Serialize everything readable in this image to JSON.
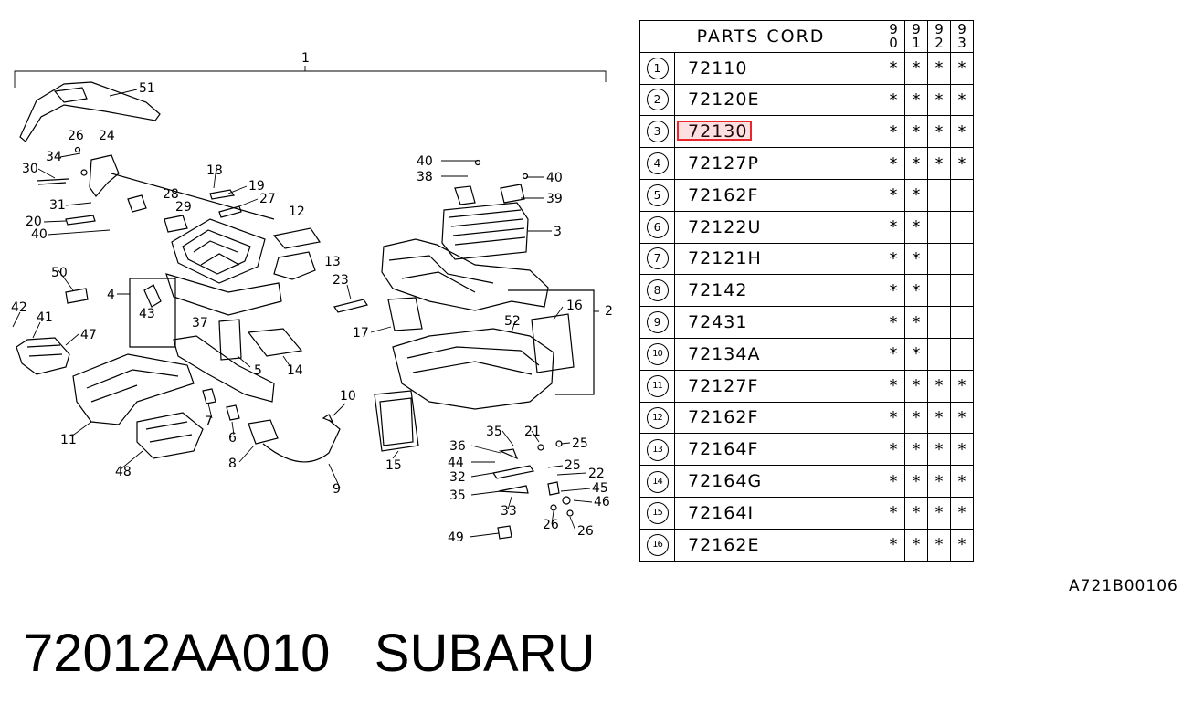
{
  "diagram": {
    "callouts": [
      {
        "id": "c-1",
        "label": "1"
      },
      {
        "id": "c-51",
        "label": "51"
      },
      {
        "id": "c-26a",
        "label": "26"
      },
      {
        "id": "c-24",
        "label": "24"
      },
      {
        "id": "c-34",
        "label": "34"
      },
      {
        "id": "c-30",
        "label": "30"
      },
      {
        "id": "c-18",
        "label": "18"
      },
      {
        "id": "c-19",
        "label": "19"
      },
      {
        "id": "c-28",
        "label": "28"
      },
      {
        "id": "c-27",
        "label": "27"
      },
      {
        "id": "c-31",
        "label": "31"
      },
      {
        "id": "c-29",
        "label": "29"
      },
      {
        "id": "c-20",
        "label": "20"
      },
      {
        "id": "c-40a",
        "label": "40"
      },
      {
        "id": "c-12",
        "label": "12"
      },
      {
        "id": "c-13",
        "label": "13"
      },
      {
        "id": "c-50",
        "label": "50"
      },
      {
        "id": "c-4",
        "label": "4"
      },
      {
        "id": "c-43",
        "label": "43"
      },
      {
        "id": "c-37",
        "label": "37"
      },
      {
        "id": "c-42",
        "label": "42"
      },
      {
        "id": "c-41",
        "label": "41"
      },
      {
        "id": "c-47",
        "label": "47"
      },
      {
        "id": "c-23",
        "label": "23"
      },
      {
        "id": "c-17",
        "label": "17"
      },
      {
        "id": "c-5",
        "label": "5"
      },
      {
        "id": "c-14",
        "label": "14"
      },
      {
        "id": "c-11",
        "label": "11"
      },
      {
        "id": "c-7",
        "label": "7"
      },
      {
        "id": "c-6",
        "label": "6"
      },
      {
        "id": "c-8",
        "label": "8"
      },
      {
        "id": "c-48",
        "label": "48"
      },
      {
        "id": "c-10",
        "label": "10"
      },
      {
        "id": "c-9",
        "label": "9"
      },
      {
        "id": "c-15",
        "label": "15"
      },
      {
        "id": "c-40b",
        "label": "40"
      },
      {
        "id": "c-38",
        "label": "38"
      },
      {
        "id": "c-40c",
        "label": "40"
      },
      {
        "id": "c-39",
        "label": "39"
      },
      {
        "id": "c-3",
        "label": "3"
      },
      {
        "id": "c-16",
        "label": "16"
      },
      {
        "id": "c-2",
        "label": "2"
      },
      {
        "id": "c-52",
        "label": "52"
      },
      {
        "id": "c-35a",
        "label": "35"
      },
      {
        "id": "c-21",
        "label": "21"
      },
      {
        "id": "c-25a",
        "label": "25"
      },
      {
        "id": "c-36",
        "label": "36"
      },
      {
        "id": "c-44",
        "label": "44"
      },
      {
        "id": "c-25b",
        "label": "25"
      },
      {
        "id": "c-32",
        "label": "32"
      },
      {
        "id": "c-22",
        "label": "22"
      },
      {
        "id": "c-35b",
        "label": "35"
      },
      {
        "id": "c-45",
        "label": "45"
      },
      {
        "id": "c-46",
        "label": "46"
      },
      {
        "id": "c-33",
        "label": "33"
      },
      {
        "id": "c-26b",
        "label": "26"
      },
      {
        "id": "c-26c",
        "label": "26"
      },
      {
        "id": "c-49",
        "label": "49"
      }
    ]
  },
  "parts_table": {
    "header": "PARTS CORD",
    "years": [
      [
        "9",
        "0"
      ],
      [
        "9",
        "1"
      ],
      [
        "9",
        "2"
      ],
      [
        "9",
        "3"
      ]
    ],
    "rows": [
      {
        "num": "1",
        "code": "72110",
        "marks": [
          "*",
          "*",
          "*",
          "*"
        ]
      },
      {
        "num": "2",
        "code": "72120E",
        "marks": [
          "*",
          "*",
          "*",
          "*"
        ]
      },
      {
        "num": "3",
        "code": "72130",
        "marks": [
          "*",
          "*",
          "*",
          "*"
        ],
        "highlighted": true
      },
      {
        "num": "4",
        "code": "72127P",
        "marks": [
          "*",
          "*",
          "*",
          "*"
        ]
      },
      {
        "num": "5",
        "code": "72162F",
        "marks": [
          "*",
          "*",
          "",
          ""
        ]
      },
      {
        "num": "6",
        "code": "72122U",
        "marks": [
          "*",
          "*",
          "",
          ""
        ]
      },
      {
        "num": "7",
        "code": "72121H",
        "marks": [
          "*",
          "*",
          "",
          ""
        ]
      },
      {
        "num": "8",
        "code": "72142",
        "marks": [
          "*",
          "*",
          "",
          ""
        ]
      },
      {
        "num": "9",
        "code": "72431",
        "marks": [
          "*",
          "*",
          "",
          ""
        ]
      },
      {
        "num": "10",
        "code": "72134A",
        "marks": [
          "*",
          "*",
          "",
          ""
        ]
      },
      {
        "num": "11",
        "code": "72127F",
        "marks": [
          "*",
          "*",
          "*",
          "*"
        ]
      },
      {
        "num": "12",
        "code": "72162F",
        "marks": [
          "*",
          "*",
          "*",
          "*"
        ]
      },
      {
        "num": "13",
        "code": "72164F",
        "marks": [
          "*",
          "*",
          "*",
          "*"
        ]
      },
      {
        "num": "14",
        "code": "72164G",
        "marks": [
          "*",
          "*",
          "*",
          "*"
        ]
      },
      {
        "num": "15",
        "code": "72164I",
        "marks": [
          "*",
          "*",
          "*",
          "*"
        ]
      },
      {
        "num": "16",
        "code": "72162E",
        "marks": [
          "*",
          "*",
          "*",
          "*"
        ]
      }
    ],
    "highlight_color": "#e8262c"
  },
  "diagram_code": "A721B00106",
  "footer": {
    "part_number": "72012AA010",
    "brand": "SUBARU"
  }
}
